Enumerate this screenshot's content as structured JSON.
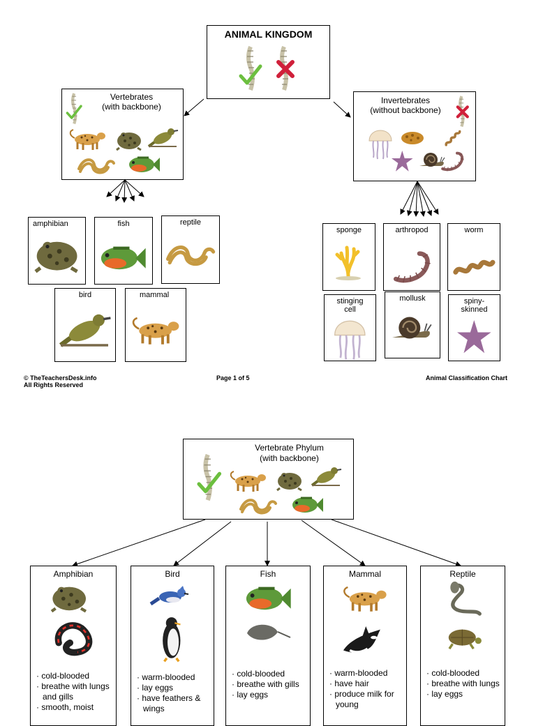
{
  "page1": {
    "root": {
      "title": "ANIMAL KINGDOM"
    },
    "vertebrates": {
      "line1": "Vertebrates",
      "line2": "(with backbone)"
    },
    "invertebrates": {
      "line1": "Invertebrates",
      "line2": "(without backbone)"
    },
    "vert_classes": [
      "amphibian",
      "fish",
      "reptile",
      "bird",
      "mammal"
    ],
    "invert_groups": [
      "sponge",
      "arthropod",
      "worm",
      "stinging cell",
      "mollusk",
      "spiny-skinned"
    ],
    "footer": {
      "left1": "© TheTeachersDesk.info",
      "left2": "All Rights Reserved",
      "center": "Page 1 of 5",
      "right": "Animal Classification Chart"
    }
  },
  "page2": {
    "phylum": {
      "line1": "Vertebrate Phylum",
      "line2": "(with backbone)"
    },
    "classes": [
      {
        "name": "Amphibian",
        "facts": [
          "cold-blooded",
          "breathe with lungs and gills",
          "smooth, moist"
        ]
      },
      {
        "name": "Bird",
        "facts": [
          "warm-blooded",
          "lay eggs",
          "have feathers & wings"
        ]
      },
      {
        "name": "Fish",
        "facts": [
          "cold-blooded",
          "breathe with gills",
          "lay eggs"
        ]
      },
      {
        "name": "Mammal",
        "facts": [
          "warm-blooded",
          "have hair",
          "produce milk for young"
        ]
      },
      {
        "name": "Reptile",
        "facts": [
          "cold-blooded",
          "breathe with lungs",
          "lay eggs"
        ]
      }
    ]
  },
  "icons": [
    "spine-check-icon",
    "spine-x-icon",
    "jaguar-icon",
    "frog-icon",
    "bird-icon",
    "snake-icon",
    "sunfish-icon",
    "jellyfish-icon",
    "sponge-icon",
    "starfish-icon",
    "snail-icon",
    "worm-icon",
    "centipede-icon",
    "penguin-icon",
    "bluejay-icon",
    "orca-icon",
    "stingray-icon",
    "cobra-icon",
    "turtle-icon",
    "salamander-icon"
  ],
  "colors": {
    "check": "#6cbf3f",
    "cross": "#d0203a",
    "border": "#000000"
  }
}
